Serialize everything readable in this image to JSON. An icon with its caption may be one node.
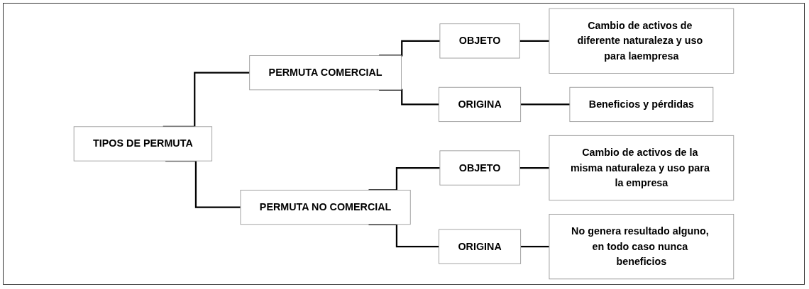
{
  "diagram": {
    "nodes": [
      {
        "text": [
          "TIPOS DE PERMUTA"
        ]
      },
      {
        "text": [
          "PERMUTA COMERCIAL"
        ]
      },
      {
        "text": [
          "OBJETO"
        ]
      },
      {
        "text": [
          "Cambio de activos de diferente naturaleza y uso para laempresa"
        ]
      },
      {
        "text": [
          "ORIGINA"
        ]
      },
      {
        "text": [
          "Beneficios y pérdidas"
        ]
      },
      {
        "text": [
          "PERMUTA NO COMERCIAL"
        ]
      },
      {
        "text": [
          "OBJETO"
        ]
      },
      {
        "text": [
          "Cambio de activos de la misma naturaleza y uso para la empresa"
        ]
      },
      {
        "text": [
          "ORIGINA"
        ]
      },
      {
        "text": [
          "No genera resultado alguno, en todo caso nunca beneficios"
        ]
      }
    ],
    "edges": [
      {
        "from": 0,
        "to": 1,
        "arrow": "none"
      },
      {
        "from": 0,
        "to": 6,
        "arrow": "none"
      },
      {
        "from": 1,
        "to": 2,
        "arrow": "none"
      },
      {
        "from": 1,
        "to": 4,
        "arrow": "none"
      },
      {
        "from": 2,
        "to": 3,
        "arrow": "none"
      },
      {
        "from": 4,
        "to": 5,
        "arrow": "none"
      },
      {
        "from": 6,
        "to": 7,
        "arrow": "none"
      },
      {
        "from": 6,
        "to": 9,
        "arrow": "none"
      },
      {
        "from": 7,
        "to": 8,
        "arrow": "none"
      },
      {
        "from": 9,
        "to": 10,
        "arrow": "none"
      }
    ]
  }
}
